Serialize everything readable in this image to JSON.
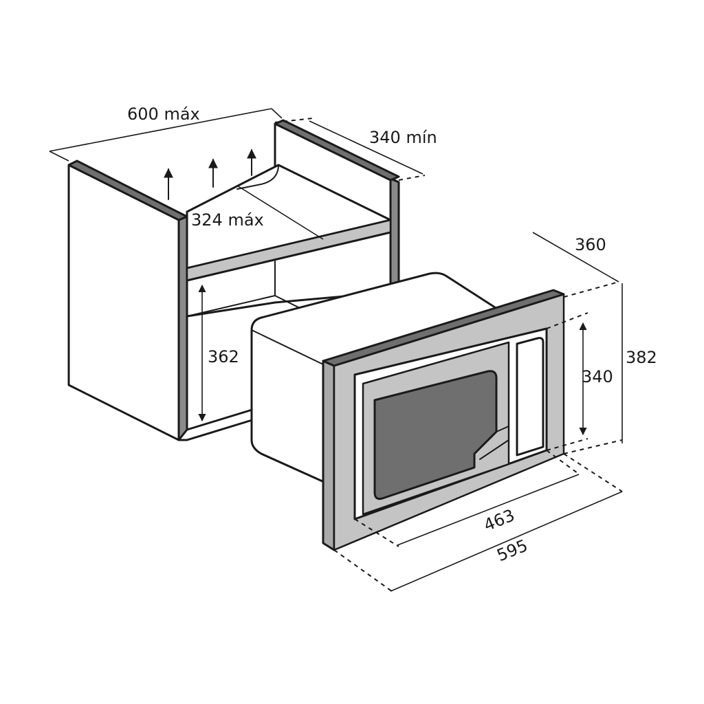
{
  "diagram": {
    "dimensions": {
      "cabinet_width": "600 máx",
      "cabinet_depth": "340 mín",
      "opening_depth": "324 máx",
      "opening_height": "362",
      "appliance_depth": "360",
      "frame_height": "382",
      "appliance_height": "340",
      "appliance_width": "463",
      "frame_width": "595"
    }
  }
}
